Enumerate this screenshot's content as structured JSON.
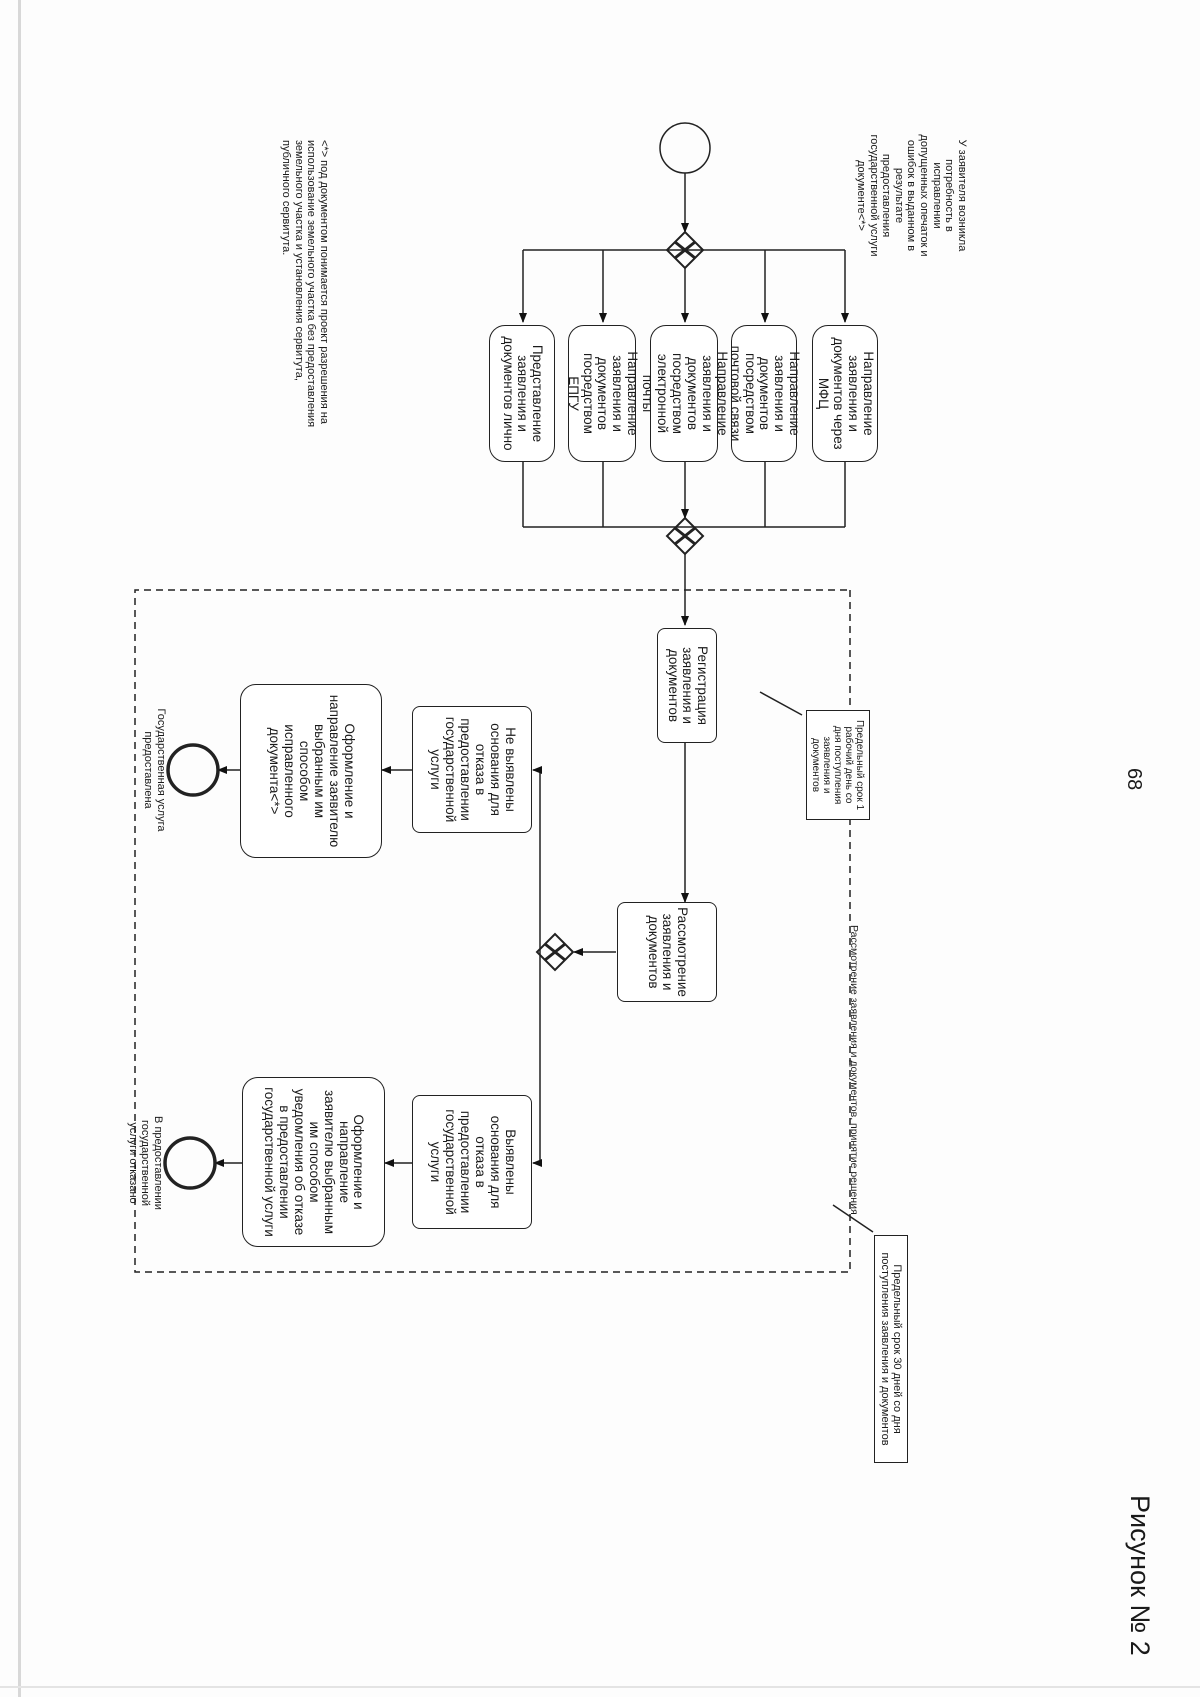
{
  "page_number": "68",
  "figure_caption": "Рисунок № 2",
  "start_condition": "У заявителя возникла потребность в исправлении допущенных опечаток и ошибок в выданном в результате предоставления государственной услуги документе<*>",
  "footnote": "<*> под документом понимается проект разрешения на использование земельного участка без предоставления земельного участка и установления сервитута, публичного сервитута.",
  "submission_options": [
    "Направление заявления и документов через МФЦ",
    "Направление заявления и документов посредством почтовой связи",
    "Направление заявления и документов посредством электронной почты",
    "Направление заявления и документов посредством ЕПГУ",
    "Представление заявления и документов лично"
  ],
  "group_label": "Рассмотрение заявления и документов, принятие решения",
  "group_deadline": "Предельный срок 30 дней со дня поступления заявления и документов",
  "registration": {
    "task": "Регистрация заявления и документов",
    "deadline": "Предельный срок 1 рабочий день со дня поступления заявления и документов"
  },
  "review_task": "Рассмотрение заявления и документов",
  "branch_no_grounds": {
    "condition": "Не выявлены основания для отказа в предоставлении государственной услуги",
    "action": "Оформление и направление заявителю выбранным им способом исправленного документа<*>",
    "end_label": "Государственная услуга предоставлена"
  },
  "branch_grounds": {
    "condition": "Выявлены основания для отказа в предоставлении государственной услуги",
    "action": "Оформление и направление заявителю выбранным им способом уведомления об отказе в предоставлении государственной услуги",
    "end_label": "В предоставлении государственной услуги отказано"
  }
}
